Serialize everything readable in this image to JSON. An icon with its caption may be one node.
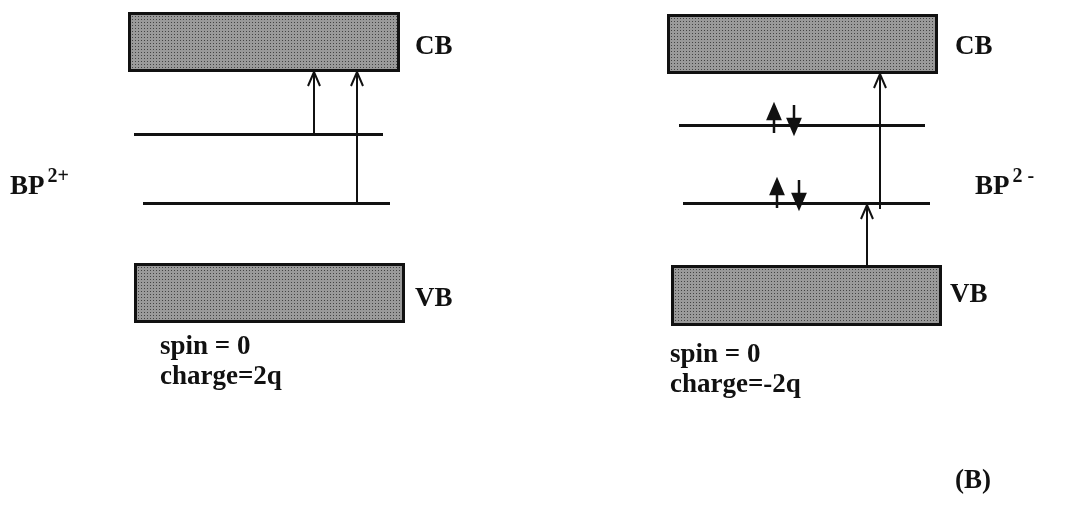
{
  "diagram": {
    "nodes": [
      {
        "text": [],
        "shape": "bar",
        "beside": [
          "CB"
        ]
      },
      {
        "text": [],
        "shape": "line"
      },
      {
        "text": [],
        "shape": "line"
      },
      {
        "text": [],
        "shape": "bar",
        "beside": [
          "VB"
        ]
      },
      {
        "text": [],
        "shape": "bar",
        "beside": [
          "CB"
        ]
      },
      {
        "text": [],
        "shape": "line"
      },
      {
        "text": [],
        "shape": "line"
      },
      {
        "text": [],
        "shape": "bar",
        "beside": [
          "VB"
        ]
      }
    ],
    "edges": [
      {
        "from": 1,
        "to": 0,
        "arrow": "to"
      },
      {
        "from": 2,
        "to": 0,
        "arrow": "to"
      },
      {
        "from": 6,
        "to": 4,
        "arrow": "to"
      },
      {
        "from": 7,
        "to": 6,
        "arrow": "to"
      }
    ],
    "labels": [
      "BP$^{2+}$",
      "spin = 0",
      "charge=2q",
      "BP$^{2 -}$",
      "spin = 0",
      "charge=-2q",
      "(B)"
    ]
  }
}
